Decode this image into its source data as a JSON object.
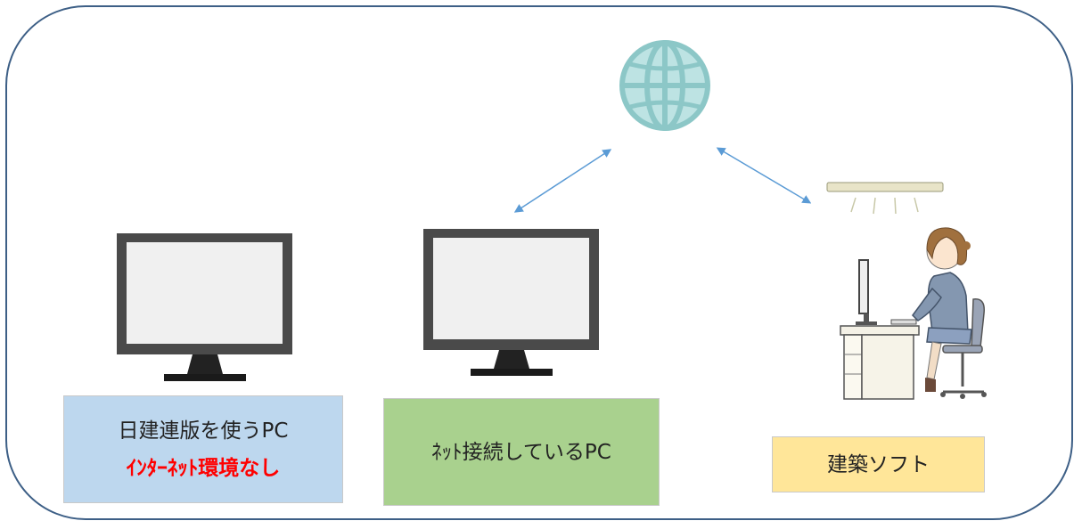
{
  "colors": {
    "frame_border": "#3d5f86",
    "box_left_fill": "#bdd7ee",
    "box_mid_fill": "#a9d18e",
    "box_right_fill": "#ffe699",
    "warning_text": "#ff0000",
    "arrow": "#5b9bd5",
    "globe": "#a8d8d8"
  },
  "icons": [
    "globe-icon",
    "monitor-icon",
    "ceiling-light-icon",
    "person-at-desk-illustration"
  ],
  "nodes": {
    "left_pc": {
      "line1": "日建連版を使うPC",
      "line2": "ｲﾝﾀｰﾈｯﾄ環境なし"
    },
    "middle_pc": {
      "label": "ﾈｯﾄ接続しているPC"
    },
    "software": {
      "label": "建築ソフト"
    }
  }
}
